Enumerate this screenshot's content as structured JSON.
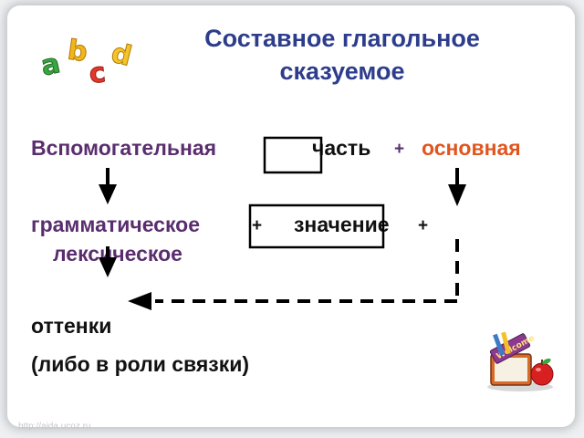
{
  "title": {
    "line1": "Составное глагольное",
    "line2": "сказуемое"
  },
  "row1": {
    "auxiliary": "Вспомогательная",
    "part": "часть",
    "plus": "+",
    "main": "основная"
  },
  "row2": {
    "grammatical": "грамматическое",
    "plus1": "+",
    "meaning": "значение",
    "plus2": "+",
    "lexical": "лексическое"
  },
  "row3": {
    "shades": "оттенки"
  },
  "row4": {
    "note": "(либо в роли связки)"
  },
  "decor": {
    "abc_letters": [
      "a",
      "b",
      "c",
      "d"
    ],
    "school_sign": "Welcome"
  },
  "footer": {
    "url": "http://aida.ucoz.ru"
  },
  "colors": {
    "title": "#2d3d8c",
    "purple_text": "#5a2e6e",
    "orange_text": "#e0561e"
  }
}
